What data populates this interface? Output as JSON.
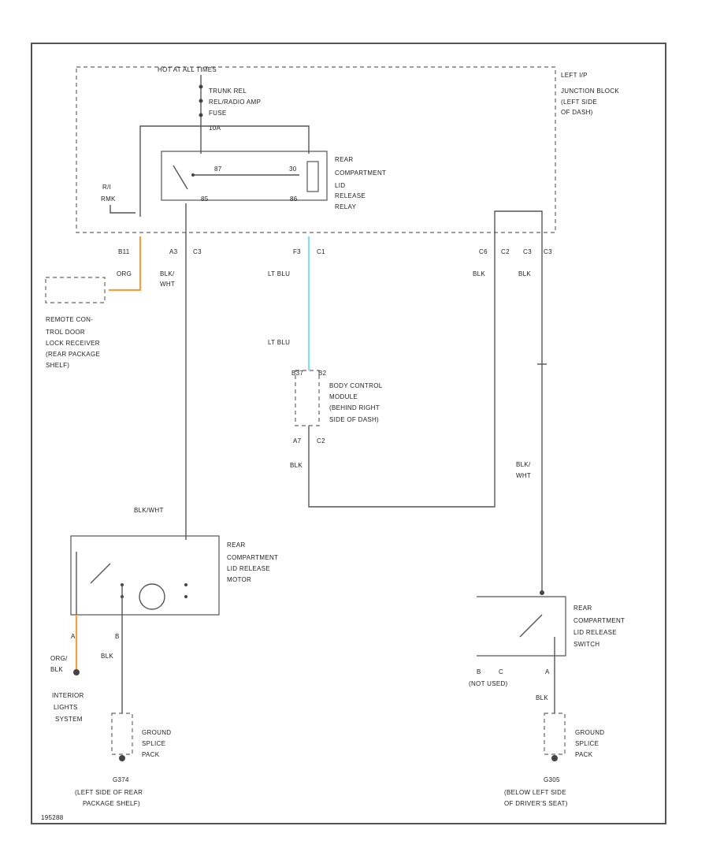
{
  "labels": {
    "hot_at_all_times": "HOT AT ALL TIMES",
    "fuse_1": "TRUNK REL",
    "fuse_2": "REL/RADIO AMP",
    "fuse_3": "FUSE",
    "fuse_4": "10A",
    "jb_1": "LEFT I/P",
    "jb_2": "JUNCTION BLOCK",
    "jb_3": "(LEFT SIDE",
    "jb_4": "OF DASH)",
    "relay_1": "REAR",
    "relay_2": "COMPARTMENT",
    "relay_3": "LID",
    "relay_4": "RELEASE",
    "relay_5": "RELAY",
    "pin_87": "87",
    "pin_30": "30",
    "pin_85": "85",
    "pin_86": "86",
    "trim_1": "R/I",
    "trim_2": "RMK",
    "conn_b11": "B11",
    "conn_a3": "A3",
    "conn_c3_a": "C3",
    "conn_f3": "F3",
    "conn_c1": "C1",
    "conn_c6": "C6",
    "conn_c2": "C2",
    "conn_c3_b": "C3",
    "conn_c3_c": "C3",
    "wire_org": "ORG",
    "wire_blkwht_1": "BLK/",
    "wire_blkwht_2": "WHT",
    "wire_ltblu_1": "LT BLU",
    "wire_ltblu_2": "LT BLU",
    "wire_blk_1": "BLK",
    "wire_blk_2": "BLK",
    "rke_1": "REMOTE CON-",
    "rke_2": "TROL DOOR",
    "rke_3": "LOCK RECEIVER",
    "rke_4": "(REAR PACKAGE",
    "rke_5": "SHELF)",
    "bcm_pin_1": "B37",
    "bcm_pin_2": "B2",
    "bcm_1": "BODY CONTROL",
    "bcm_2": "MODULE",
    "bcm_3": "(BEHIND RIGHT",
    "bcm_4": "SIDE OF DASH)",
    "bcm_a7": "A7",
    "bcm_c2": "C2",
    "wire_blk_bcm": "BLK",
    "wire_blkwht_sw_1": "BLK/",
    "wire_blkwht_sw_2": "WHT",
    "wire_blkwht_motor": "BLK/WHT",
    "motor_1": "REAR",
    "motor_2": "COMPARTMENT",
    "motor_3": "LID RELEASE",
    "motor_4": "MOTOR",
    "motor_pin_a": "A",
    "motor_pin_b": "B",
    "wire_orgblk_1": "ORG/",
    "wire_orgblk_2": "BLK",
    "wire_blk_motor": "BLK",
    "interior_1": "INTERIOR",
    "interior_2": "LIGHTS",
    "interior_3": "SYSTEM",
    "splice_1": "GROUND",
    "splice_2": "SPLICE",
    "splice_3": "PACK",
    "g_left": "G374",
    "g_left_loc_1": "(LEFT SIDE OF REAR",
    "g_left_loc_2": "PACKAGE SHELF)",
    "switch_1": "REAR",
    "switch_2": "COMPARTMENT",
    "switch_3": "LID RELEASE",
    "switch_4": "SWITCH",
    "sw_pin_b": "B",
    "sw_pin_c": "C",
    "sw_pin_a": "A",
    "not_used": "(NOT USED)",
    "wire_blk_sw": "BLK",
    "splice_r_1": "GROUND",
    "splice_r_2": "SPLICE",
    "splice_r_3": "PACK",
    "g_right": "G305",
    "g_right_loc_1": "(BELOW LEFT SIDE",
    "g_right_loc_2": "OF DRIVER'S SEAT)",
    "fig_id": "195288"
  },
  "colors": {
    "wire_org": "#f0a040",
    "wire_ltblu": "#7fe0f0",
    "wire_default": "#555555"
  }
}
